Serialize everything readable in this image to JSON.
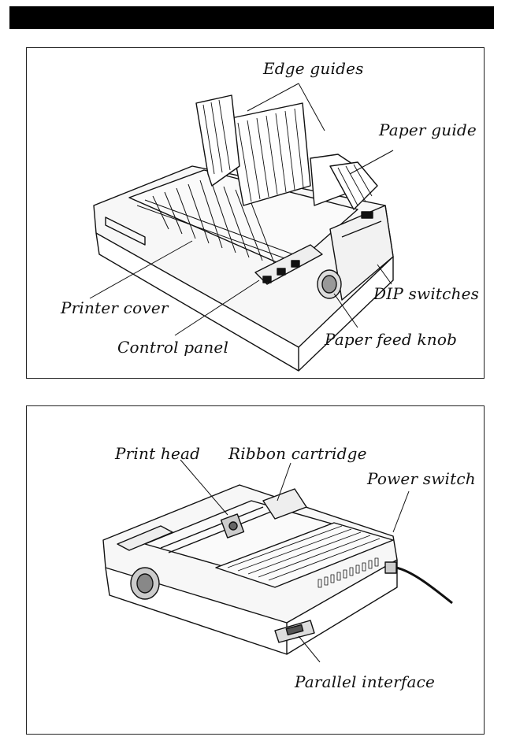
{
  "figure_top": {
    "labels": {
      "edge_guides": "Edge guides",
      "paper_guide": "Paper guide",
      "dip_switches": "DIP switches",
      "printer_cover": "Printer cover",
      "control_panel": "Control panel",
      "paper_feed_knob": "Paper feed knob"
    }
  },
  "figure_bottom": {
    "labels": {
      "print_head": "Print head",
      "ribbon_cartridge": "Ribbon cartridge",
      "power_switch": "Power switch",
      "parallel_interface": "Parallel interface"
    }
  },
  "colors": {
    "ink": "#111111",
    "header_bar": "#000000"
  }
}
